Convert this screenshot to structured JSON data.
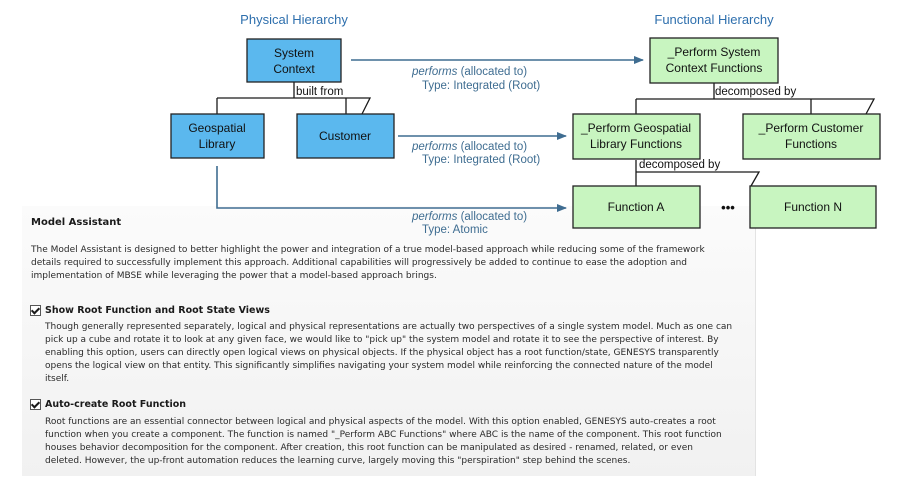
{
  "diagram": {
    "physical_heading": "Physical Hierarchy",
    "functional_heading": "Functional Hierarchy",
    "system_context": [
      "System",
      "Context"
    ],
    "geospatial_library": [
      "Geospatial",
      "Library"
    ],
    "customer": "Customer",
    "built_from": "built from",
    "perform_system_context": [
      "_Perform System",
      "Context Functions"
    ],
    "perform_geospatial": [
      "_Perform Geospatial",
      "Library Functions"
    ],
    "perform_customer": [
      "_Perform Customer",
      "Functions"
    ],
    "function_a": "Function A",
    "function_n": "Function N",
    "ellipsis": "•••",
    "decomposed_by": "decomposed by",
    "performs_word": "performs",
    "allocated_to": " (allocated to)",
    "type_integrated": "Type: Integrated (Root)",
    "type_atomic": "Type: Atomic",
    "colors": {
      "physical_fill": "#5bb8ee",
      "functional_fill": "#c8f5c0",
      "heading": "#2e6fad",
      "arrow": "#3f6d91"
    }
  },
  "panel": {
    "title": "Model Assistant",
    "intro": [
      "The Model Assistant is designed to better highlight the power and integration of a true model-based approach while reducing some of the framework",
      "details required to successfully implement this approach. Additional capabilities will progressively be added to continue to ease the adoption and",
      "implementation of MBSE while leveraging the power that a model-based approach brings."
    ],
    "option1": {
      "label": "Show Root Function and Root State Views",
      "checked": true,
      "desc": [
        "Though generally represented separately, logical and physical representations are actually two perspectives of a single system model. Much as one can",
        "pick up a cube and rotate it to look at any given face, we would like to \"pick up\" the system model and rotate it to see the perspective of interest. By",
        "enabling this option, users can directly open logical views on physical objects. If the physical object has a root function/state, GENESYS transparently",
        "opens the logical view on that entity. This significantly simplifies navigating your system model while reinforcing the connected nature of the model",
        "itself."
      ]
    },
    "option2": {
      "label": "Auto-create Root Function",
      "checked": true,
      "desc": [
        "Root functions are an essential connector between logical and physical aspects of the model. With this option enabled, GENESYS auto-creates a root",
        "function when you create a component. The function is named \"_Perform ABC Functions\" where ABC is the name of the component. This root function",
        "houses behavior decomposition for the component. After creation, this root function can be manipulated as desired - renamed, related, or even",
        "deleted. However, the up-front automation reduces the learning curve, largely moving this \"perspiration\" step behind the scenes."
      ]
    }
  }
}
